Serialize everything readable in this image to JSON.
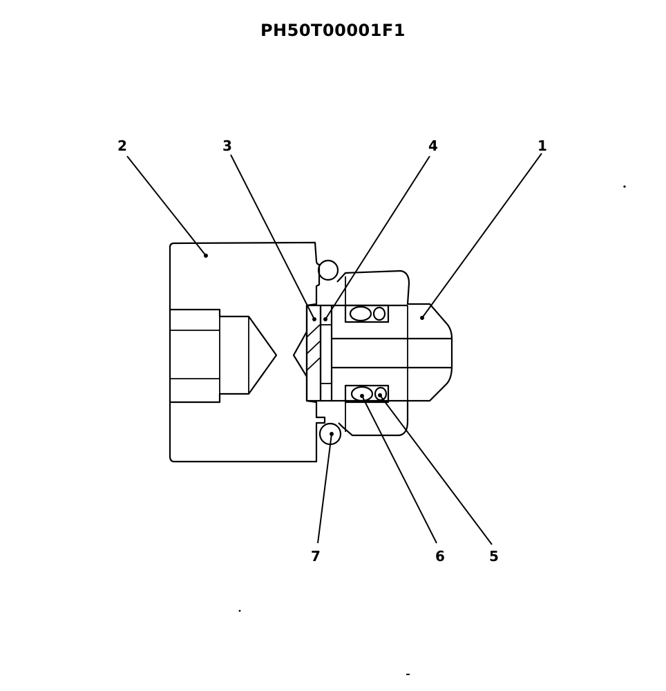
{
  "drawing_id": "PH50T00001F1",
  "callouts": {
    "c1": "1",
    "c2": "2",
    "c3": "3",
    "c4": "4",
    "c5": "5",
    "c6": "6",
    "c7": "7"
  }
}
